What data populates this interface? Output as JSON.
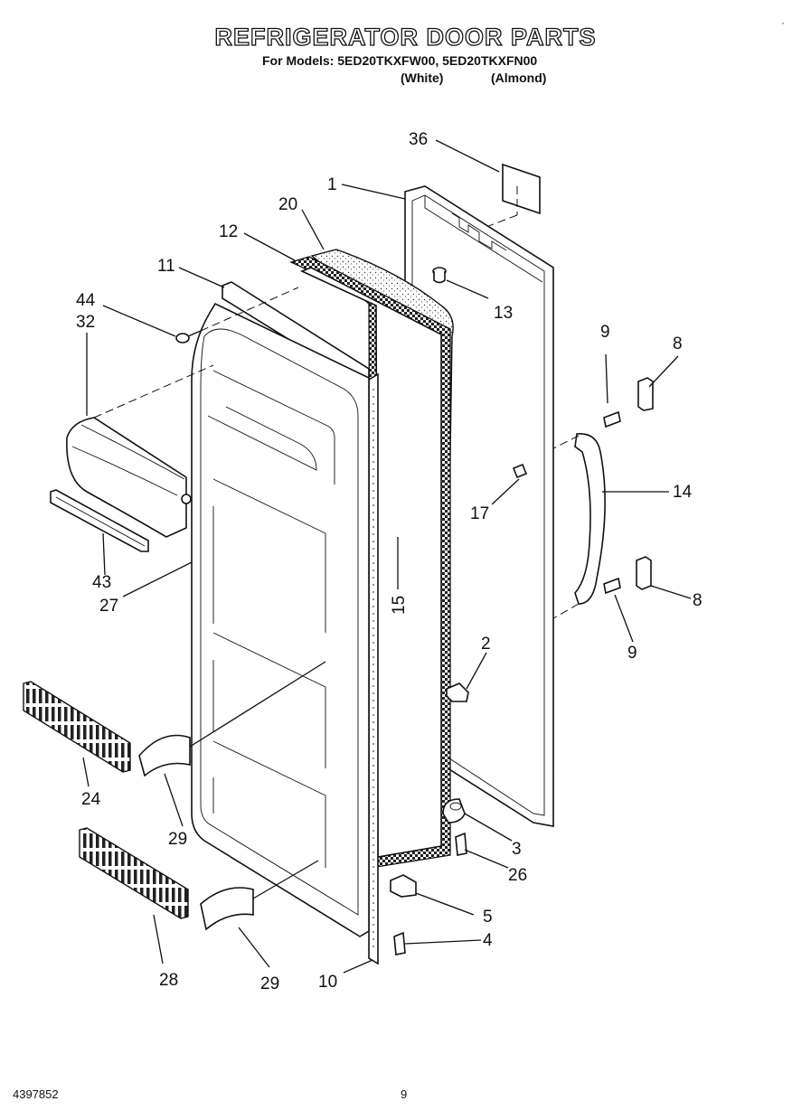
{
  "header": {
    "title": "REFRIGERATOR DOOR PARTS",
    "subtitle": "For Models: 5ED20TKXFW00, 5ED20TKXFN00",
    "variant_white": "(White)",
    "variant_almond": "(Almond)"
  },
  "corner_mark": "·",
  "callouts": [
    {
      "id": "c36",
      "label": "36"
    },
    {
      "id": "c1",
      "label": "1"
    },
    {
      "id": "c20",
      "label": "20"
    },
    {
      "id": "c12",
      "label": "12"
    },
    {
      "id": "c11",
      "label": "11"
    },
    {
      "id": "c13",
      "label": "13"
    },
    {
      "id": "c44",
      "label": "44"
    },
    {
      "id": "c32",
      "label": "32"
    },
    {
      "id": "c9a",
      "label": "9"
    },
    {
      "id": "c8a",
      "label": "8"
    },
    {
      "id": "c14",
      "label": "14"
    },
    {
      "id": "c17",
      "label": "17"
    },
    {
      "id": "c43",
      "label": "43"
    },
    {
      "id": "c27",
      "label": "27"
    },
    {
      "id": "c15",
      "label": "15"
    },
    {
      "id": "c8b",
      "label": "8"
    },
    {
      "id": "c9b",
      "label": "9"
    },
    {
      "id": "c2",
      "label": "2"
    },
    {
      "id": "c24",
      "label": "24"
    },
    {
      "id": "c29a",
      "label": "29"
    },
    {
      "id": "c3",
      "label": "3"
    },
    {
      "id": "c26",
      "label": "26"
    },
    {
      "id": "c5",
      "label": "5"
    },
    {
      "id": "c4",
      "label": "4"
    },
    {
      "id": "c28",
      "label": "28"
    },
    {
      "id": "c29b",
      "label": "29"
    },
    {
      "id": "c10",
      "label": "10"
    }
  ],
  "footer": {
    "doc_number": "4397852",
    "page_number": "9"
  }
}
